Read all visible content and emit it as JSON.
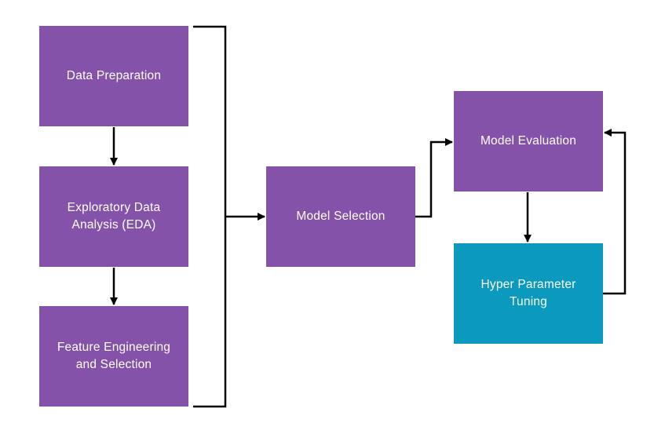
{
  "diagram": {
    "type": "flowchart",
    "background_color": "#ffffff",
    "colors": {
      "primary_node": "#8452a8",
      "accent_node": "#0b9abd",
      "connector": "#000000",
      "node_text": "#ffffff"
    },
    "nodes": [
      {
        "id": "data-preparation",
        "label": "Data Preparation",
        "color": "#8452a8"
      },
      {
        "id": "exploratory-data-analysis",
        "label": "Exploratory Data\nAnalysis (EDA)",
        "color": "#8452a8"
      },
      {
        "id": "feature-engineering",
        "label": "Feature Engineering\nand Selection",
        "color": "#8452a8"
      },
      {
        "id": "model-selection",
        "label": "Model Selection",
        "color": "#8452a8"
      },
      {
        "id": "model-evaluation",
        "label": "Model Evaluation",
        "color": "#8452a8"
      },
      {
        "id": "hyper-parameter-tuning",
        "label": "Hyper Parameter\nTuning",
        "color": "#0b9abd"
      }
    ],
    "edges": [
      {
        "from": "data-preparation",
        "to": "exploratory-data-analysis"
      },
      {
        "from": "exploratory-data-analysis",
        "to": "feature-engineering"
      },
      {
        "from": "data-preparation",
        "to": "model-selection"
      },
      {
        "from": "feature-engineering",
        "to": "model-selection"
      },
      {
        "from": "model-selection",
        "to": "model-evaluation"
      },
      {
        "from": "model-evaluation",
        "to": "hyper-parameter-tuning"
      },
      {
        "from": "hyper-parameter-tuning",
        "to": "model-evaluation"
      }
    ]
  }
}
